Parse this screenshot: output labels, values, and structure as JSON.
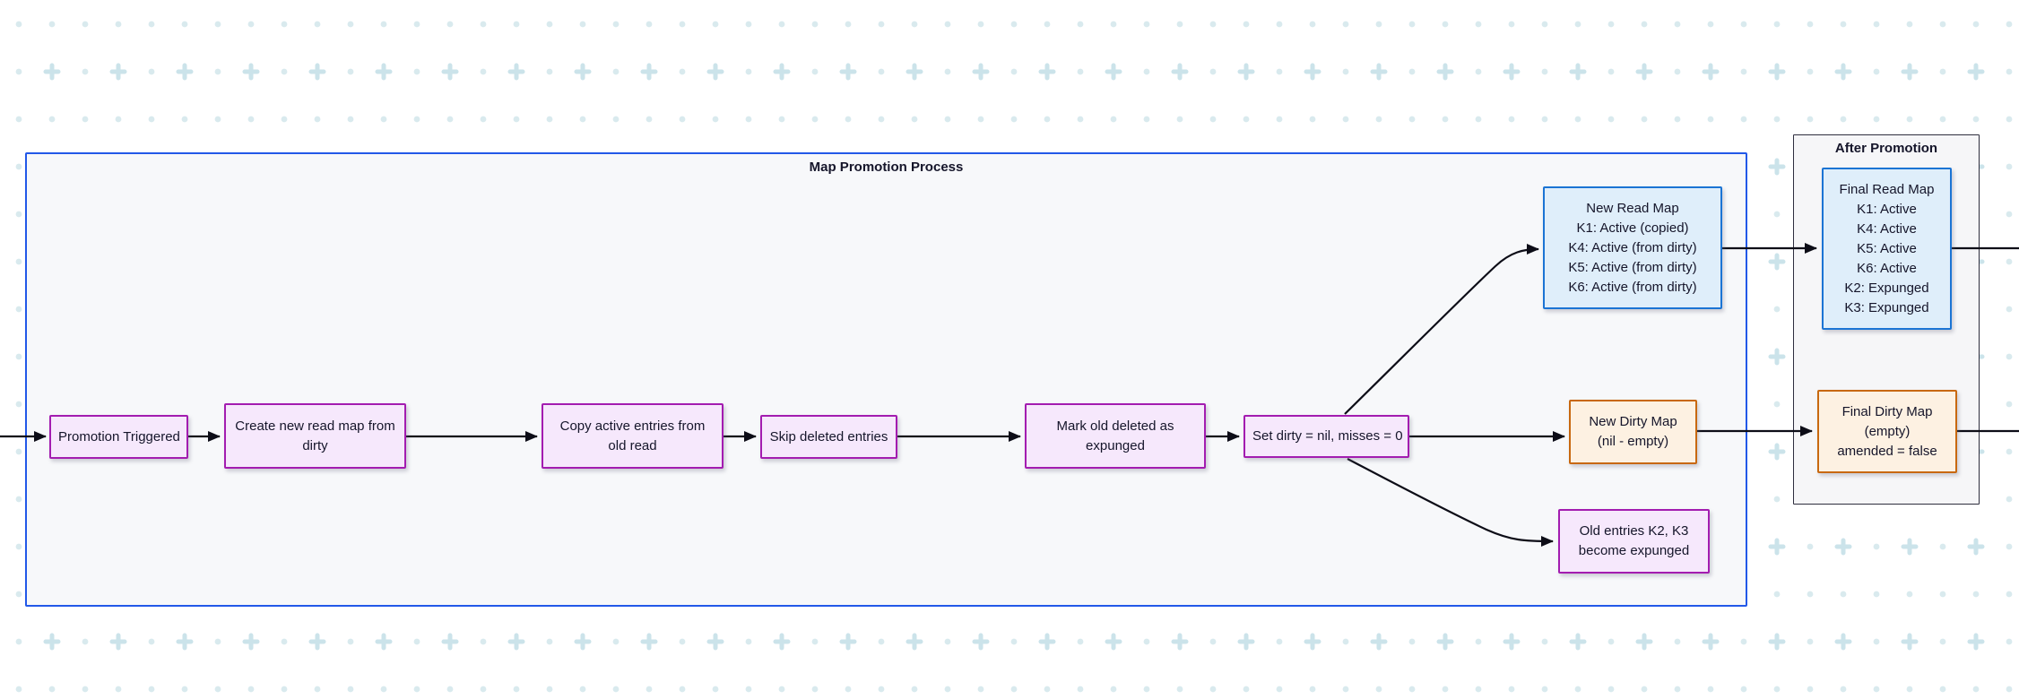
{
  "process_container": {
    "title": "Map Promotion Process"
  },
  "after_container": {
    "title": "After Promotion"
  },
  "flow_steps": [
    {
      "label": "Promotion Triggered"
    },
    {
      "label": "Create new read map from dirty"
    },
    {
      "label": "Copy active entries from old read"
    },
    {
      "label": "Skip deleted entries"
    },
    {
      "label": "Mark old deleted as expunged"
    },
    {
      "label": "Set dirty = nil, misses = 0"
    }
  ],
  "branch_nodes": {
    "new_read_map": {
      "lines": [
        "New Read Map",
        "K1: Active (copied)",
        "K4: Active (from dirty)",
        "K5: Active (from dirty)",
        "K6: Active (from dirty)"
      ]
    },
    "new_dirty_map": {
      "lines": [
        "New Dirty Map",
        "(nil - empty)"
      ]
    },
    "old_entries": {
      "lines": [
        "Old entries K2, K3",
        "become expunged"
      ]
    }
  },
  "after_nodes": {
    "final_read_map": {
      "lines": [
        "Final Read Map",
        "K1: Active",
        "K4: Active",
        "K5: Active",
        "K6: Active",
        "K2: Expunged",
        "K3: Expunged"
      ]
    },
    "final_dirty_map": {
      "lines": [
        "Final Dirty Map",
        "(empty)",
        "amended = false"
      ]
    }
  },
  "colors": {
    "process_node_border": "#a31cb0",
    "process_node_fill": "#f6e8fc",
    "read_map_border": "#1b74d4",
    "read_map_fill": "#dfeefa",
    "dirty_map_border": "#c8680f",
    "dirty_map_fill": "#fdf1e2",
    "process_container_border": "#2258e8",
    "after_container_border": "#2e2e3e",
    "arrow": "#0d0d17",
    "grid_dot": "#d9eaee",
    "grid_plus": "#cbe3ea"
  }
}
